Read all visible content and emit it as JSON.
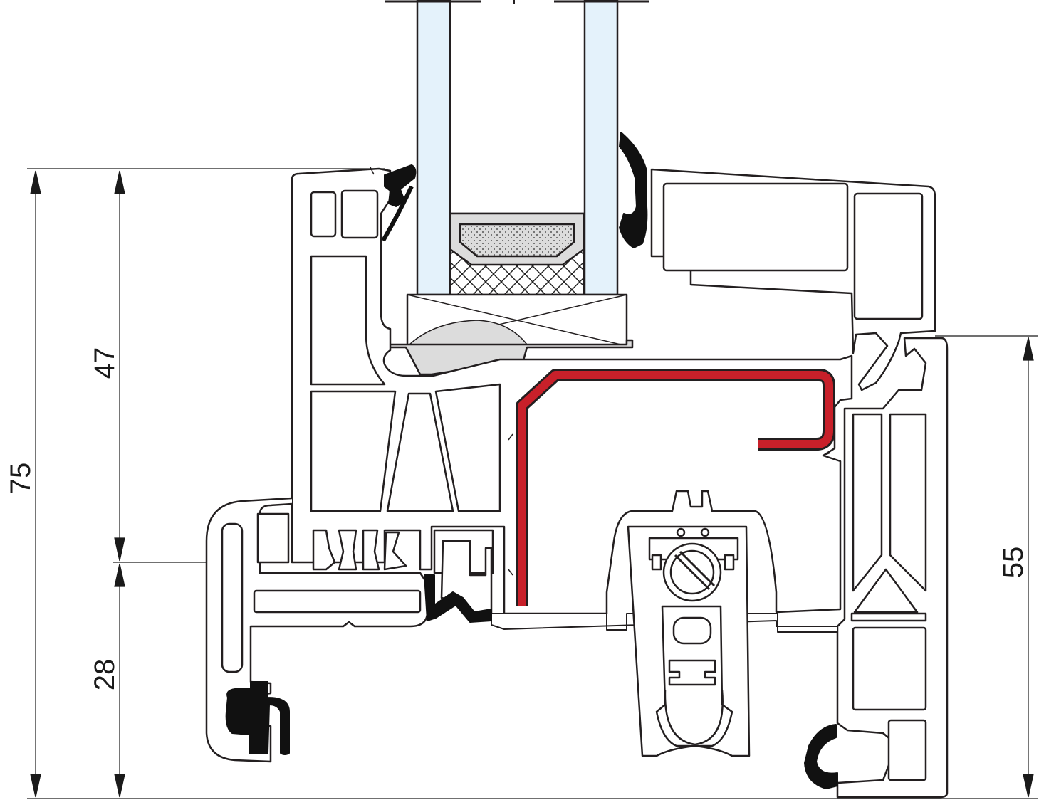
{
  "dimensions": {
    "total_height": "75",
    "sash_height": "47",
    "frame_lower": "28",
    "frame_height": "55"
  },
  "colors": {
    "profile_stroke": "#231f20",
    "profile_fill": "#ffffff",
    "glass": "#e4f2fb",
    "steel_reinforcement": "#c8202a",
    "gasket": "#111111",
    "spacer_grey": "#dcdcdc"
  }
}
